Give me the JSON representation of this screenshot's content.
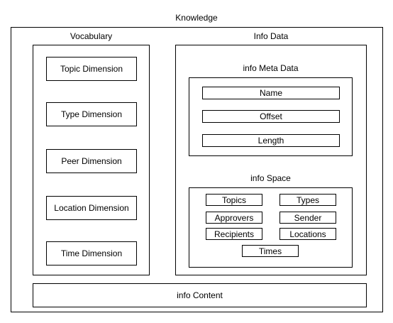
{
  "title": "Knowledge",
  "vocabulary": {
    "title": "Vocabulary",
    "items": [
      "Topic Dimension",
      "Type Dimension",
      "Peer Dimension",
      "Location Dimension",
      "Time Dimension"
    ]
  },
  "info_data": {
    "title": "Info Data",
    "meta": {
      "title": "info Meta Data",
      "fields": [
        "Name",
        "Offset",
        "Length"
      ]
    },
    "space": {
      "title": "info Space",
      "items": [
        "Topics",
        "Types",
        "Approvers",
        "Sender",
        "Recipients",
        "Locations",
        "Times"
      ]
    }
  },
  "content": {
    "title": "info Content"
  }
}
